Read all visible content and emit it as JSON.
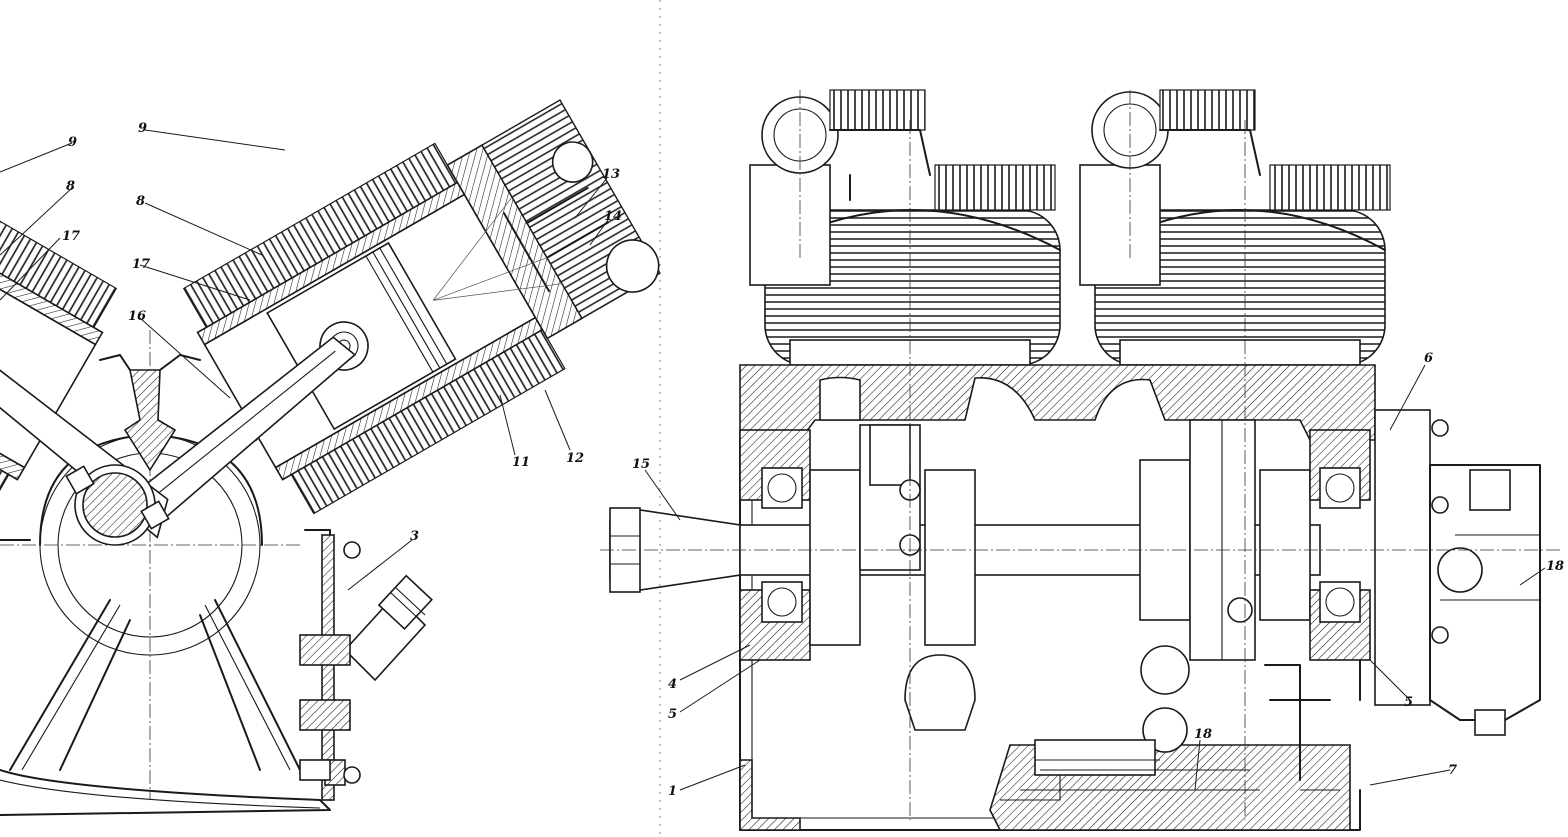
{
  "left_view": {
    "callouts": [
      "9",
      "8",
      "17",
      "9",
      "8",
      "17",
      "16",
      "13",
      "14",
      "11",
      "12",
      "3"
    ]
  },
  "right_view": {
    "callouts": [
      "15",
      "6",
      "18",
      "4",
      "5",
      "1",
      "18",
      "5",
      "7"
    ]
  },
  "colors": {
    "ink": "#1a1a1a",
    "paper": "#ffffff"
  }
}
